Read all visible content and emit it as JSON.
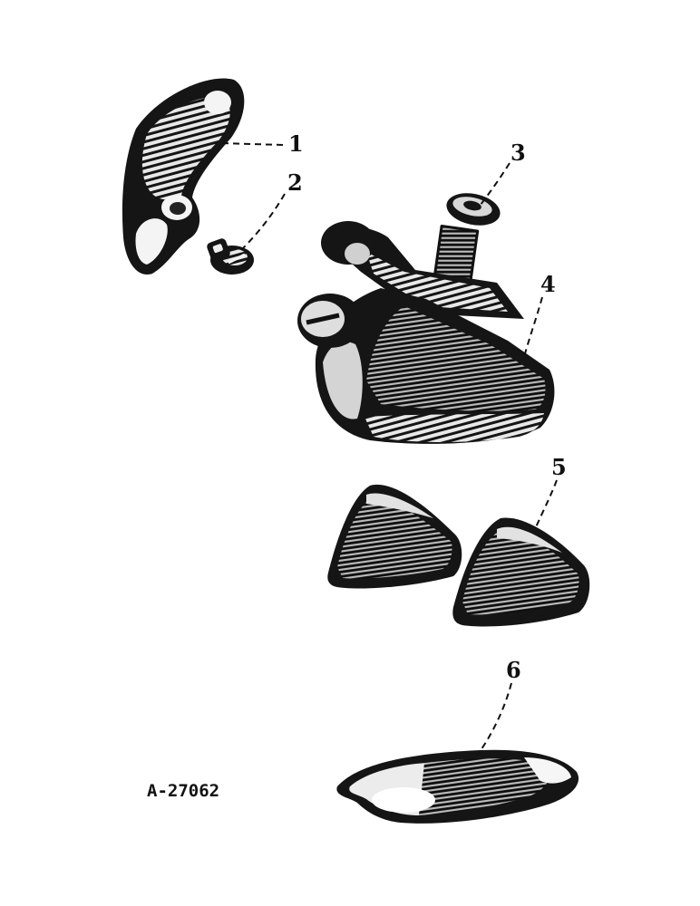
{
  "figure_id": "A-27062",
  "callouts": [
    "1",
    "2",
    "3",
    "4",
    "5",
    "6"
  ],
  "parts": [
    {
      "number": "1",
      "icon": "curved-plate-icon"
    },
    {
      "number": "2",
      "icon": "screw-icon"
    },
    {
      "number": "3",
      "icon": "washer-icon"
    },
    {
      "number": "4",
      "icon": "mount-assembly-icon"
    },
    {
      "number": "5",
      "icon": "wedge-pair-icon"
    },
    {
      "number": "6",
      "icon": "base-plate-icon"
    }
  ],
  "colors": {
    "ink": "#111111",
    "paper": "#ffffff"
  }
}
